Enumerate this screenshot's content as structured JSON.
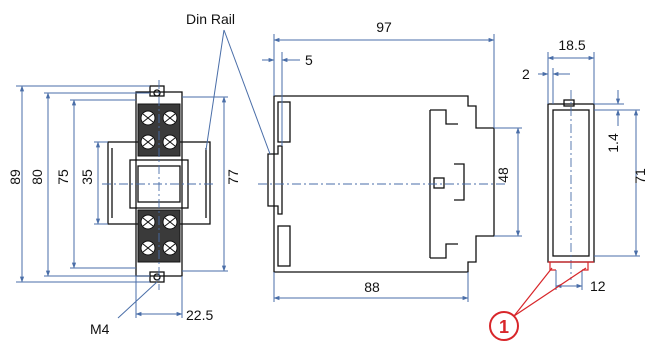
{
  "labels": {
    "din_rail": "Din Rail",
    "m4": "M4",
    "callout": "1"
  },
  "dimensions": {
    "d89": "89",
    "d80": "80",
    "d75": "75",
    "d35": "35",
    "d77": "77",
    "d22_5": "22.5",
    "d97": "97",
    "d5": "5",
    "d48": "48",
    "d88": "88",
    "d18_5": "18.5",
    "d2": "2",
    "d1_4": "1.4",
    "d71": "71",
    "d12": "12"
  },
  "colors": {
    "dimension_line": "#4a6ea8",
    "outline": "#111111",
    "callout": "#d8262a",
    "terminal_fill": "#3a3a3a"
  }
}
